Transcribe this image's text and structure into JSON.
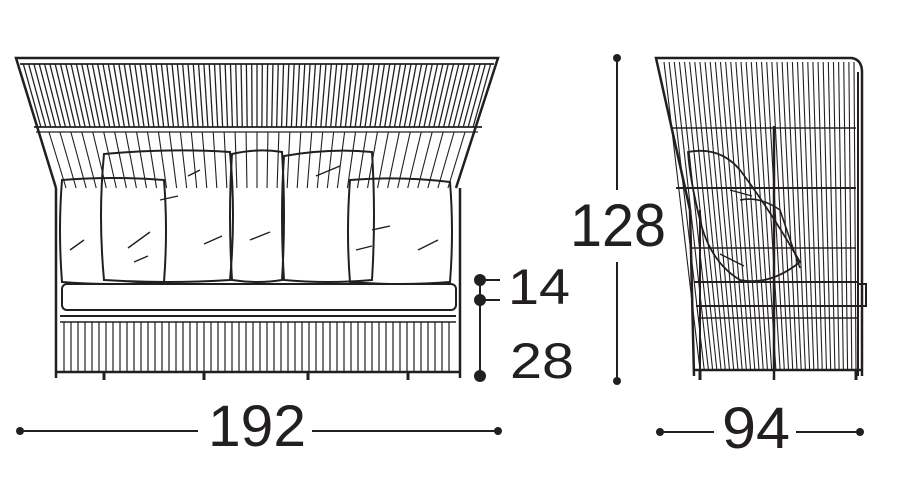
{
  "dimensions": {
    "front_width": "192",
    "side_depth": "94",
    "overall_height": "128",
    "cushion_thickness": "14",
    "seat_base_height": "28"
  },
  "colors": {
    "line": "#231f20",
    "background": "#ffffff"
  }
}
